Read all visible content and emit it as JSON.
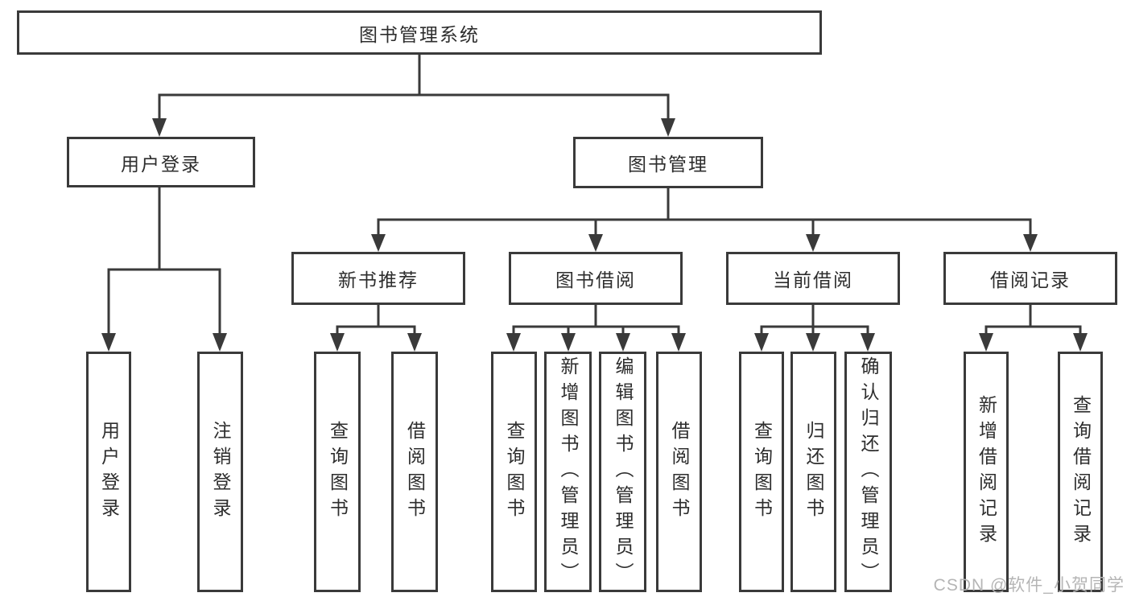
{
  "diagram_title": "图书管理系统",
  "tree": {
    "label": "图书管理系统",
    "children": [
      {
        "label": "用户登录",
        "children": [
          {
            "label": "用户登录"
          },
          {
            "label": "注销登录"
          }
        ]
      },
      {
        "label": "图书管理",
        "children": [
          {
            "label": "新书推荐",
            "children": [
              {
                "label": "查询图书"
              },
              {
                "label": "借阅图书"
              }
            ]
          },
          {
            "label": "图书借阅",
            "children": [
              {
                "label": "查询图书"
              },
              {
                "label": "新增图书（管理员）"
              },
              {
                "label": "编辑图书（管理员）"
              },
              {
                "label": "借阅图书"
              }
            ]
          },
          {
            "label": "当前借阅",
            "children": [
              {
                "label": "查询图书"
              },
              {
                "label": "归还图书"
              },
              {
                "label": "确认归还（管理员）"
              }
            ]
          },
          {
            "label": "借阅记录",
            "children": [
              {
                "label": "新增借阅记录"
              },
              {
                "label": "查询借阅记录"
              }
            ]
          }
        ]
      }
    ]
  },
  "watermark": {
    "text": "CSDN @软件_小贺同学"
  },
  "colors": {
    "line": "#3a3a3a",
    "text": "#2d2d2d",
    "background": "#ffffff",
    "watermark": "#b5b5b5"
  }
}
